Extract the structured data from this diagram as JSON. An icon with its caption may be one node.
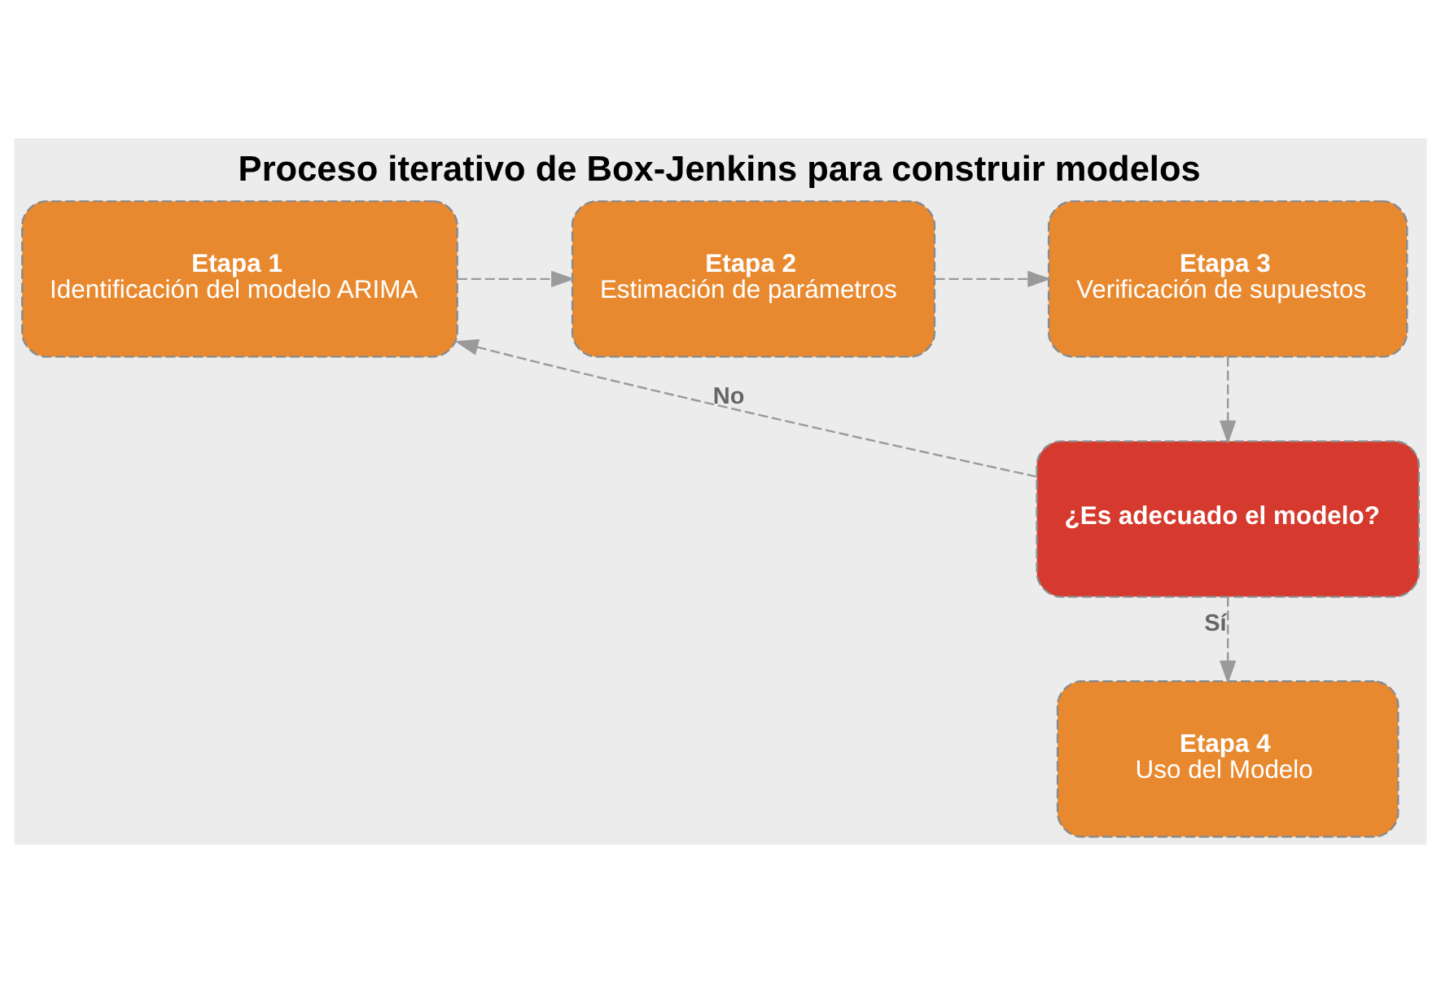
{
  "diagram": {
    "title": "Proceso iterativo de Box-Jenkins para construir modelos",
    "nodes": [
      {
        "text": [
          "Etapa 1",
          "Identificación del modelo ARIMA"
        ]
      },
      {
        "text": [
          "Etapa 2",
          "Estimación de parámetros"
        ]
      },
      {
        "text": [
          "Etapa 3",
          "Verificación de supuestos"
        ]
      },
      {
        "text": [
          "¿Es adecuado el modelo?"
        ]
      },
      {
        "text": [
          "Etapa 4",
          "Uso del Modelo"
        ]
      }
    ],
    "edges": [
      {
        "from": 0,
        "to": 1,
        "arrow": "to",
        "style": "dashed"
      },
      {
        "from": 1,
        "to": 2,
        "arrow": "to",
        "style": "dashed"
      },
      {
        "from": 2,
        "to": 3,
        "arrow": "to",
        "style": "dashed"
      },
      {
        "from": 3,
        "to": 0,
        "arrow": "to",
        "label": "No",
        "style": "dashed"
      },
      {
        "from": 3,
        "to": 4,
        "arrow": "to",
        "label": "Sí",
        "style": "dashed"
      }
    ]
  }
}
